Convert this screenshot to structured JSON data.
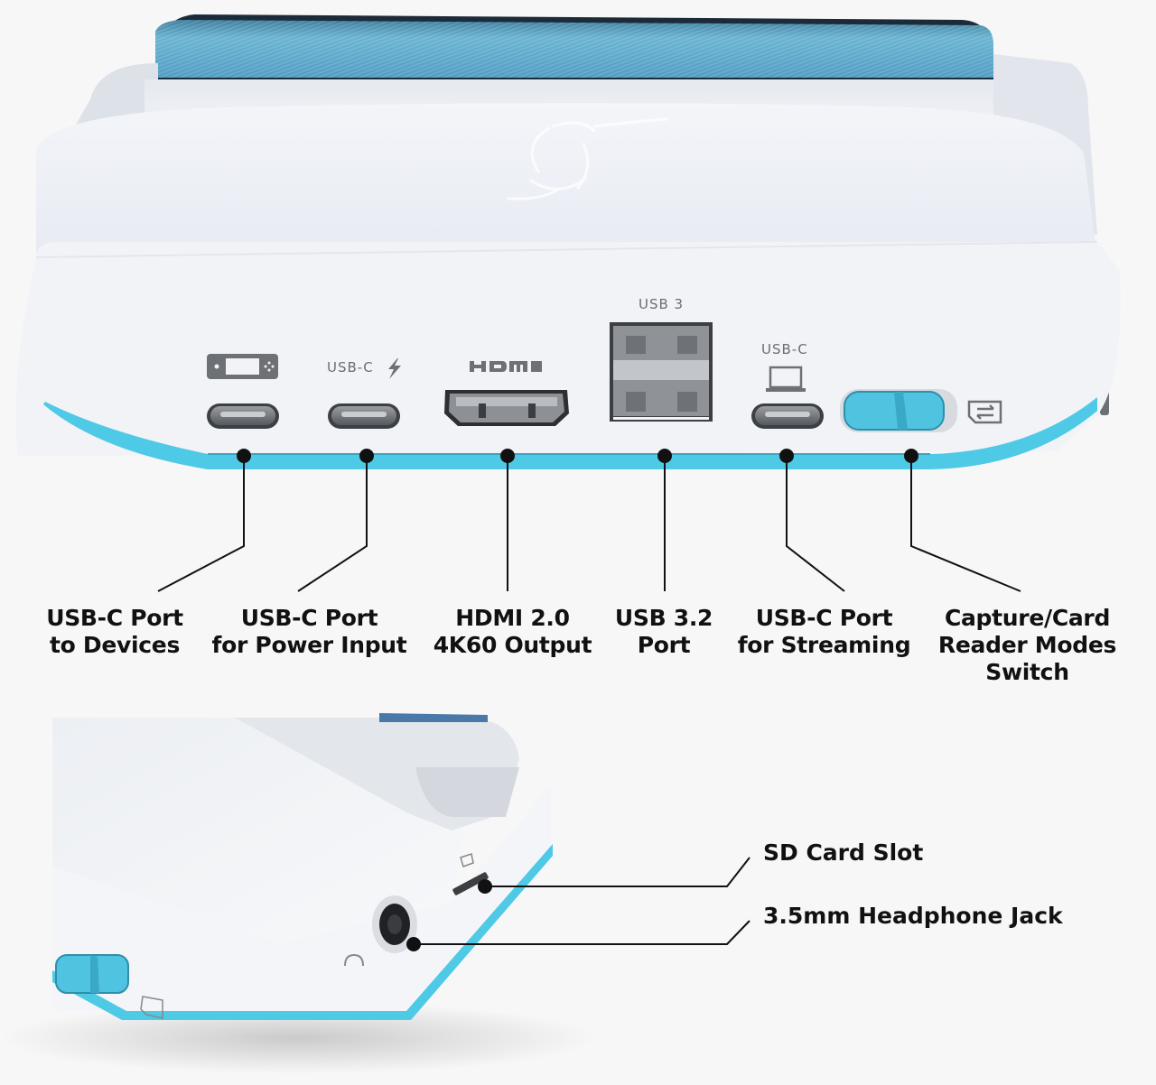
{
  "colors": {
    "accent_teal": "#4ec9e6",
    "body_white": "#eef1f6",
    "port_gray": "#6d7075",
    "leader_black": "#111111",
    "screen_blue": "#5aa9c8"
  },
  "dock_front": {
    "port_markings": {
      "device_icon": "handheld-console-icon",
      "power_port": {
        "label": "USB-C",
        "icon": "lightning-bolt-icon"
      },
      "hdmi_logo": "HDMI",
      "usb3": {
        "label": "USB 3"
      },
      "stream_port": {
        "label": "USB-C",
        "icon": "laptop-icon"
      },
      "switch_icon": "card-swap-icon"
    }
  },
  "callouts": [
    {
      "id": "usb-c-devices",
      "line1": "USB-C Port",
      "line2": "to Devices"
    },
    {
      "id": "usb-c-power",
      "line1": "USB-C Port",
      "line2": "for Power Input"
    },
    {
      "id": "hdmi",
      "line1": "HDMI 2.0",
      "line2": "4K60 Output"
    },
    {
      "id": "usb32",
      "line1": "USB 3.2",
      "line2": "Port"
    },
    {
      "id": "usb-c-streaming",
      "line1": "USB-C Port",
      "line2": "for Streaming"
    },
    {
      "id": "mode-switch",
      "line1": "Capture/Card",
      "line2": "Reader Modes",
      "line3": "Switch"
    }
  ],
  "side_view": {
    "labels": [
      {
        "id": "sd-card-slot",
        "text": "SD Card Slot"
      },
      {
        "id": "headphone-jack",
        "text": "3.5mm Headphone Jack"
      }
    ],
    "icons": [
      "headphone-icon",
      "sd-card-icon",
      "card-swap-icon"
    ]
  }
}
